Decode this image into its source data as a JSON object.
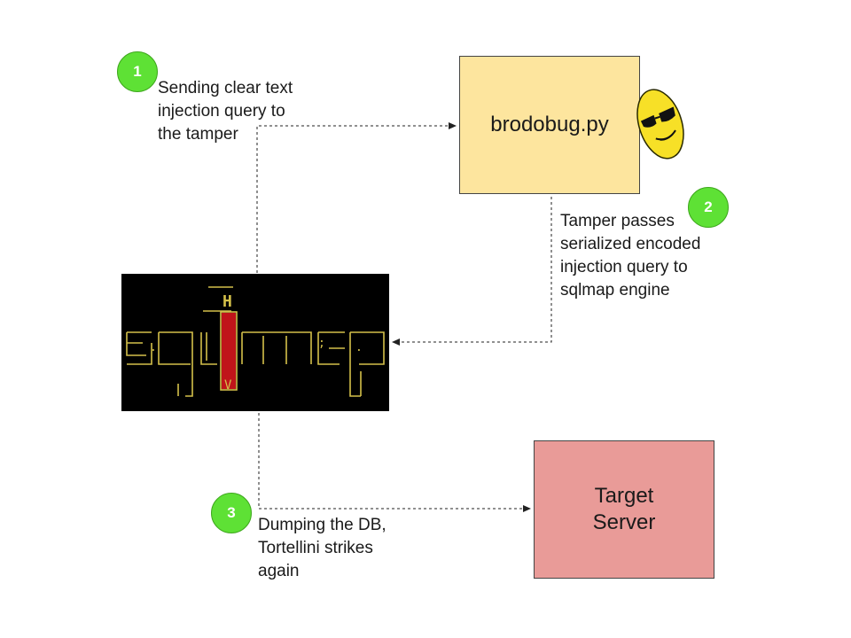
{
  "steps": [
    {
      "number": "1",
      "label_lines": [
        "Sending clear text",
        "injection query to",
        "the tamper"
      ]
    },
    {
      "number": "2",
      "label_lines": [
        "Tamper passes",
        "serialized encoded",
        "injection query to",
        "sqlmap engine"
      ]
    },
    {
      "number": "3",
      "label_lines": [
        "Dumping the DB,",
        "Tortellini strikes",
        "again"
      ]
    }
  ],
  "tamper_box": {
    "label": "brodobug.py",
    "color": "#fde59e"
  },
  "target_box": {
    "label": "Target\nServer",
    "color": "#e99b98"
  },
  "sqlmap_logo": {
    "version_glyph": "H",
    "background": "#000000",
    "accent": "#d4c04a",
    "flame": "#c0141a"
  },
  "mascot": {
    "icon": "sunglasses-face-icon",
    "color": "#f7e027"
  },
  "step_color": "#5ee135"
}
